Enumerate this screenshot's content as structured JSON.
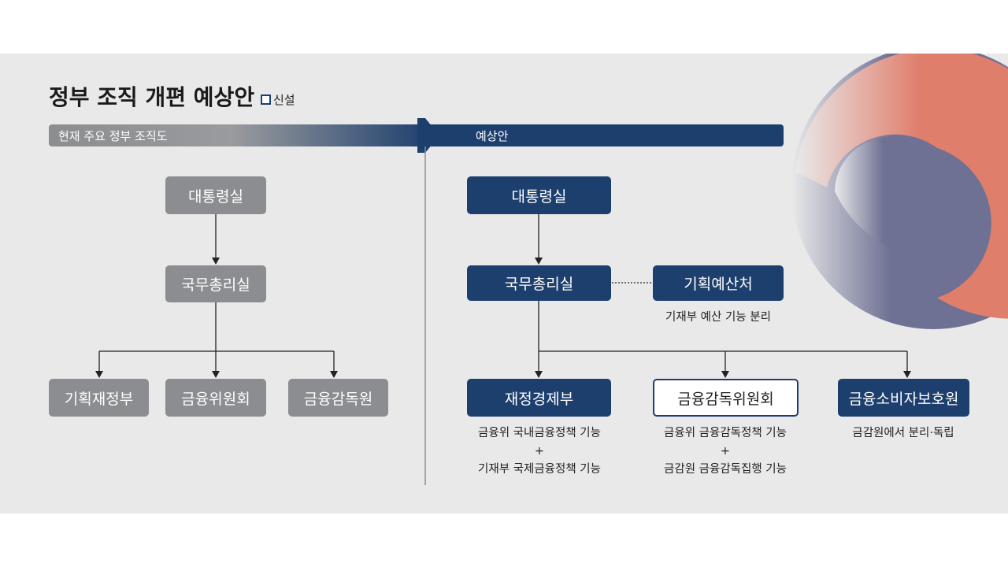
{
  "title": "정부 조직 개편 예상안",
  "legend": {
    "label": "신설",
    "color": "#1d3f6e"
  },
  "banner": {
    "current": "현재 주요 정부 조직도",
    "proposed": "예상안"
  },
  "current": {
    "top": "대통령실",
    "middle": "국무총리실",
    "bottom": [
      "기획재정부",
      "금융위원회",
      "금융감독원"
    ]
  },
  "proposed": {
    "top": "대통령실",
    "middle": "국무총리실",
    "side": {
      "label": "기획예산처",
      "note": "기재부 예산 기능 분리"
    },
    "bottom": [
      {
        "label": "재정경제부",
        "notes": [
          "금융위 국내금융정책 기능",
          "+",
          "기재부 국제금융정책 기능"
        ]
      },
      {
        "label": "금융감독위원회",
        "notes": [
          "금융위 금융감독정책 기능",
          "+",
          "금감원 금융감독집행 기능"
        ]
      },
      {
        "label": "금융소비자보호원",
        "notes": [
          "금감원에서 분리·독립"
        ]
      }
    ]
  },
  "colors": {
    "navy": "#1d3f6e",
    "gray": "#8c8d90",
    "emblem_red": "#e07e6c",
    "emblem_blue": "#6e7193"
  }
}
